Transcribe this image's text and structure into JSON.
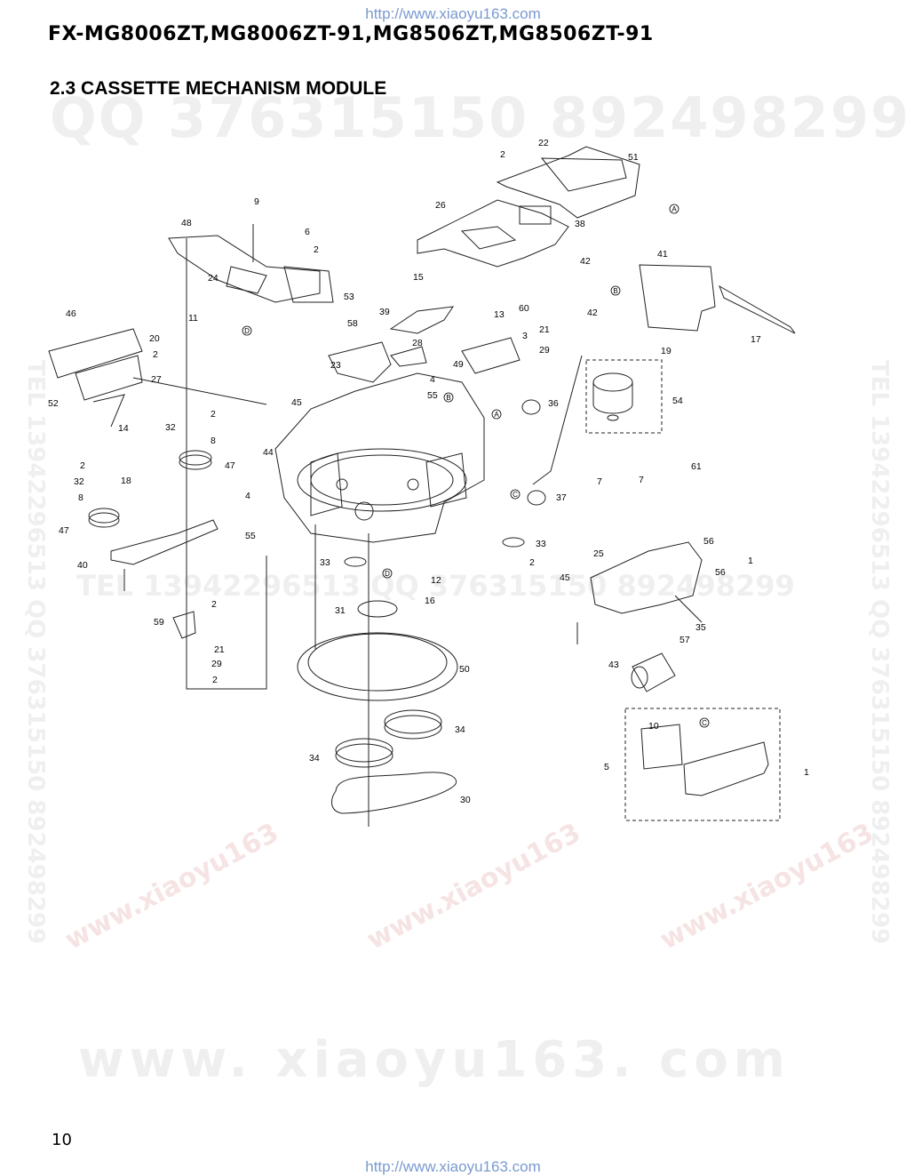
{
  "header": {
    "url_top": "http://www.xiaoyu163.com",
    "model": "FX-MG8006ZT,MG8006ZT-91,MG8506ZT,MG8506ZT-91",
    "section_title": "2.3 CASSETTE MECHANISM MODULE"
  },
  "watermarks": {
    "qq": "QQ 376315150   892498299",
    "tel": "TEL 13942296513   QQ 376315150   892498299",
    "site": "www. xiaoyu163. com",
    "side": "TEL 13942296513 QQ 376315150 892498299",
    "diag": "www.xiaoyu163"
  },
  "diagram": {
    "part_labels": [
      "2",
      "22",
      "51",
      "9",
      "48",
      "6",
      "26",
      "38",
      "2",
      "53",
      "24",
      "11",
      "15",
      "42",
      "41",
      "60",
      "42",
      "13",
      "58",
      "39",
      "3",
      "28",
      "21",
      "29",
      "46",
      "20",
      "23",
      "49",
      "2",
      "27",
      "52",
      "55",
      "4",
      "36",
      "45",
      "14",
      "2",
      "32",
      "8",
      "47",
      "44",
      "54",
      "2",
      "32",
      "8",
      "18",
      "4",
      "37",
      "47",
      "40",
      "55",
      "61",
      "7",
      "7",
      "33",
      "2",
      "33",
      "16",
      "12",
      "56",
      "25",
      "1",
      "56",
      "45",
      "31",
      "59",
      "2",
      "21",
      "29",
      "2",
      "57",
      "35",
      "43",
      "50",
      "34",
      "34",
      "30",
      "10",
      "5",
      "1",
      "17",
      "19"
    ],
    "circle_marks": [
      "A",
      "B",
      "B",
      "A",
      "C",
      "C",
      "D",
      "D"
    ]
  },
  "footer": {
    "page_number": "10",
    "url_bottom": "http://www.xiaoyu163.com"
  }
}
